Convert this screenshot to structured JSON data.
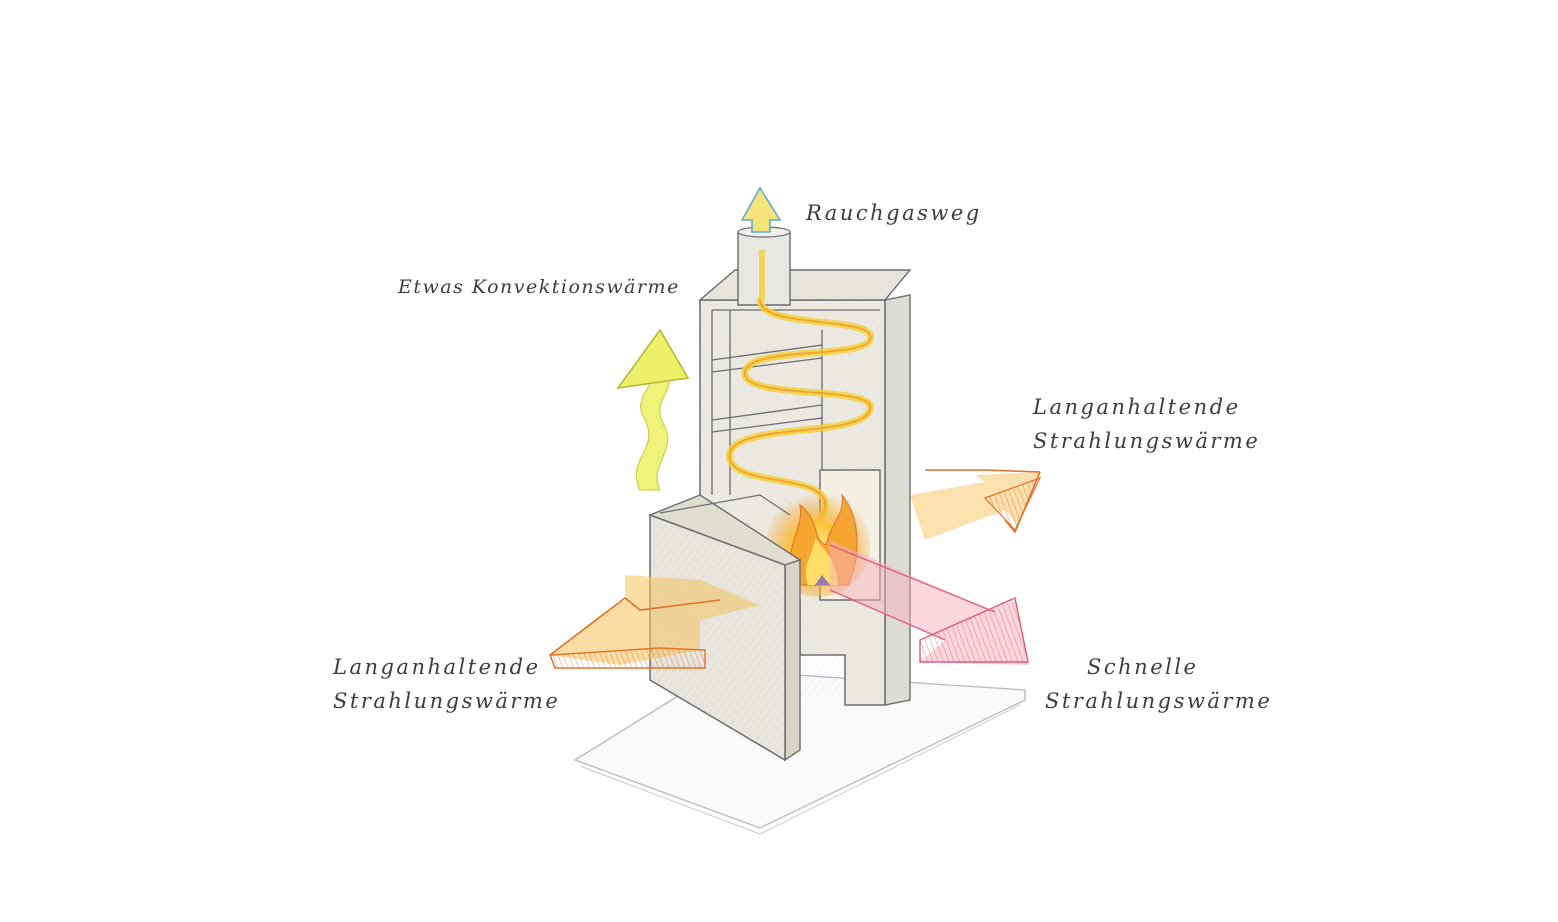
{
  "labels": {
    "rauchgasweg": "Rauchgasweg",
    "konvektion": "Etwas Konvektionswärme",
    "right_upper_line1": "Langanhaltende",
    "right_upper_line2": "Strahlungswärme",
    "left_lower_line1": "Langanhaltende",
    "left_lower_line2": "Strahlungswärme",
    "right_lower_line1": "Schnelle",
    "right_lower_line2": "Strahlungswärme"
  },
  "colors": {
    "pencil": "#6b6b72",
    "stone_fill": "#e4e1d6",
    "convection_yellow": "#e8e84a",
    "flue_yellow": "#f2d23c",
    "flame_orange": "#f39a28",
    "radiant_orange": "#ee8a3c",
    "fast_radiant_pink": "#ec6f8a",
    "floor_line": "#b9bdc8"
  },
  "icons": [
    "flue-up-arrow",
    "convection-arrow",
    "radiant-heat-arrow",
    "fast-radiant-arrow",
    "flame-icon"
  ]
}
